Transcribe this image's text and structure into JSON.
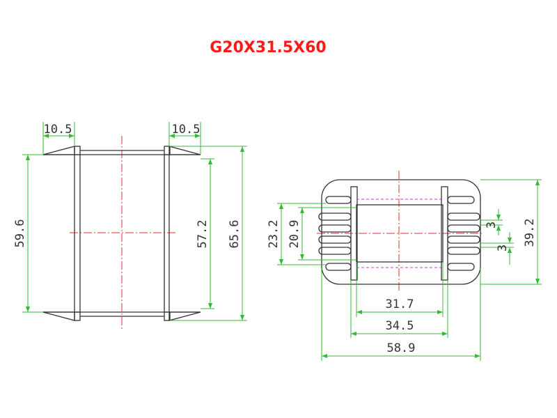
{
  "title": "G20X31.5X60",
  "colors": {
    "title": "#ff1a1a",
    "part": "#333333",
    "dimension": "#33bb33",
    "centerline": "#e03030",
    "hidden": "#c040c0"
  },
  "side_view": {
    "flange_left": "10.5",
    "flange_right": "10.5",
    "height_inner": "59.6",
    "height_winding": "57.2",
    "height_total": "65.6"
  },
  "top_view": {
    "dim_23_2": "23.2",
    "dim_20_9": "20.9",
    "pin_gap_upper": "3",
    "pin_gap_lower": "3",
    "dim_39_2": "39.2",
    "dim_31_7": "31.7",
    "dim_34_5": "34.5",
    "dim_58_9": "58.9"
  }
}
